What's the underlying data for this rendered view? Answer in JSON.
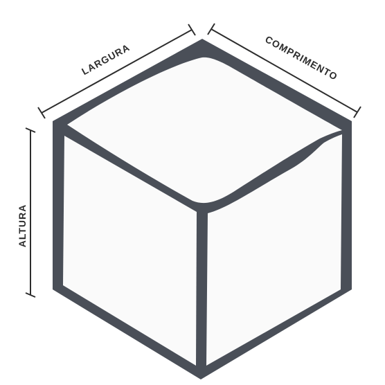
{
  "labels": {
    "width": "LARGURA",
    "length": "COMPRIMENTO",
    "height": "ALTURA"
  },
  "colors": {
    "outline": "#4a4f58",
    "face": "#fafafa",
    "dimension_line": "#2d2d2d",
    "text": "#2d2d2d",
    "background": "#ffffff"
  }
}
